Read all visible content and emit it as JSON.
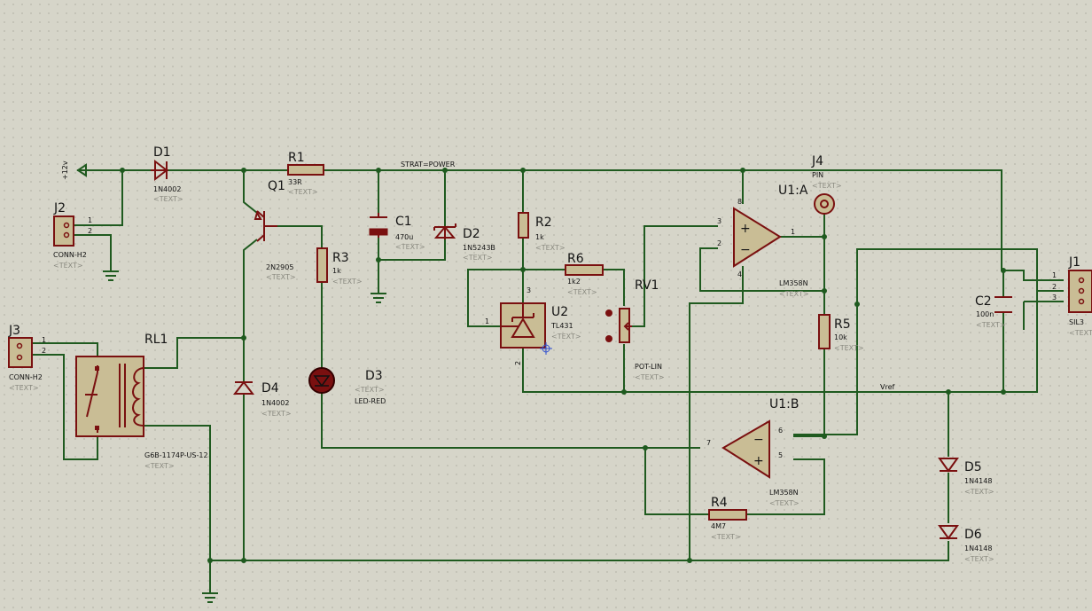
{
  "colors": {
    "background": "#d6d5c9",
    "wire": "#1f5a1f",
    "component": "#7a1010",
    "body_fill": "#c9bd95"
  },
  "placeholder": "<TEXT>",
  "supply_label": "+12v",
  "net_label_power": "STRAT=POWER",
  "net_label_vref": "Vref",
  "components": {
    "D1": {
      "ref": "D1",
      "value": "1N4002"
    },
    "R1": {
      "ref": "R1",
      "value": "33R"
    },
    "Q1": {
      "ref": "Q1",
      "value": "2N2905"
    },
    "C1": {
      "ref": "C1",
      "value": "470u"
    },
    "D2": {
      "ref": "D2",
      "value": "1N5243B"
    },
    "R2": {
      "ref": "R2",
      "value": "1k"
    },
    "R6": {
      "ref": "R6",
      "value": "1k2"
    },
    "RV1": {
      "ref": "RV1",
      "value": "POT-LIN"
    },
    "U2": {
      "ref": "U2",
      "value": "TL431"
    },
    "R3": {
      "ref": "R3",
      "value": "1k"
    },
    "D3": {
      "ref": "D3",
      "value": "LED-RED"
    },
    "D4": {
      "ref": "D4",
      "value": "1N4002"
    },
    "RL1": {
      "ref": "RL1",
      "value": "G6B-1174P-US-12"
    },
    "J2": {
      "ref": "J2",
      "value": "CONN-H2"
    },
    "J3": {
      "ref": "J3",
      "value": "CONN-H2"
    },
    "J4": {
      "ref": "J4",
      "value": "PIN"
    },
    "U1A": {
      "ref": "U1:A",
      "value": "LM358N"
    },
    "U1B": {
      "ref": "U1:B",
      "value": "LM358N"
    },
    "R5": {
      "ref": "R5",
      "value": "10k"
    },
    "R4": {
      "ref": "R4",
      "value": "4M7"
    },
    "C2": {
      "ref": "C2",
      "value": "100n"
    },
    "J1": {
      "ref": "J1",
      "value": "SIL3"
    },
    "D5": {
      "ref": "D5",
      "value": "1N4148"
    },
    "D6": {
      "ref": "D6",
      "value": "1N4148"
    }
  },
  "pins": {
    "j_1": "1",
    "j_2": "2",
    "j_3": "3",
    "u1a_in_p": "3",
    "u1a_in_n": "2",
    "u1a_out": "1",
    "u1a_vcc": "8",
    "u1a_gnd": "4",
    "u1b_in_n": "6",
    "u1b_in_p": "5",
    "u1b_out": "7",
    "u2_cathode": "3",
    "u2_ref": "1",
    "u2_anode": "2",
    "plus": "+",
    "minus": "−"
  }
}
